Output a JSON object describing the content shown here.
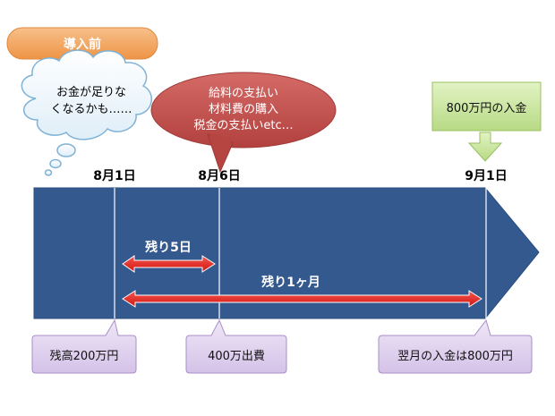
{
  "badge": {
    "label": "導入前",
    "color": "#f0a05a"
  },
  "thought": {
    "lines": [
      "お金が足りな",
      "くなるかも……"
    ]
  },
  "red_callout": {
    "lines": [
      "給料の支払い",
      "材料費の購入",
      "税金の支払いetc…"
    ],
    "color": "#c0504d"
  },
  "green_box": {
    "label": "800万円の入金",
    "color": "#c6e39a"
  },
  "dates": {
    "d1": "8月1日",
    "d2": "8月6日",
    "d3": "9月1日"
  },
  "timeline": {
    "color": "#34598f"
  },
  "arrows": {
    "five_days": {
      "label": "残り5日"
    },
    "one_month": {
      "label": "残り1ヶ月"
    },
    "color": "#e8201c"
  },
  "bottom_callouts": {
    "balance": "残高200万円",
    "expense": "400万出費",
    "next_month": "翌月の入金は800万円",
    "color": "#e0d3ee"
  }
}
